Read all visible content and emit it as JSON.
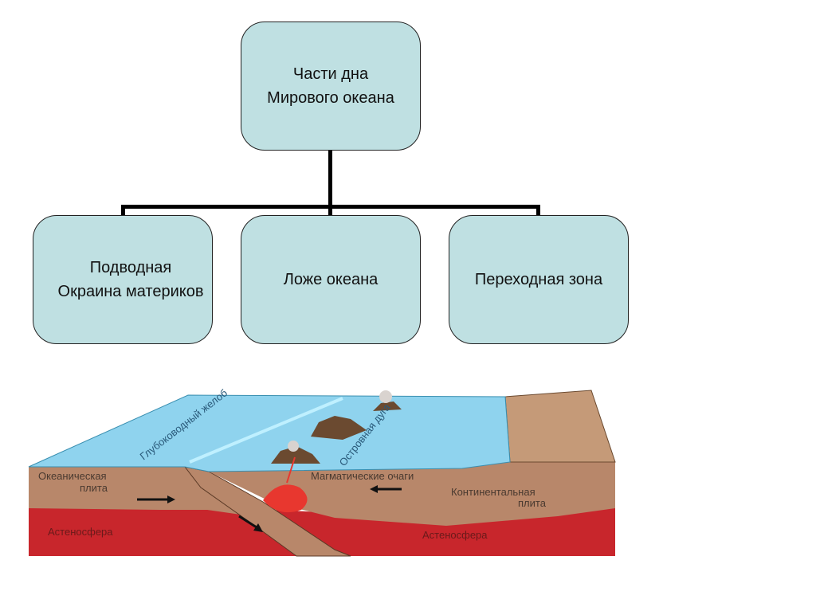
{
  "hierarchy": {
    "root": {
      "line1": "Части дна",
      "line2": "Мирового океана"
    },
    "children": [
      {
        "line1": "Подводная",
        "line2": "Окраина материков"
      },
      {
        "line1": "Ложе океана"
      },
      {
        "line1": "Переходная зона"
      }
    ]
  },
  "cross_section": {
    "trench": "Глубоководный желоб",
    "island_arc": "Островная дуга",
    "oceanic_plate": [
      "Океаническая",
      "плита"
    ],
    "magma_chambers": "Магматические очаги",
    "continental_plate": [
      "Континентальная",
      "плита"
    ],
    "asthenosphere_left": "Астеносфера",
    "asthenosphere_right": "Астеносфера"
  },
  "colors": {
    "box_fill": "#bfe0e2",
    "ocean": "#8fd3ee",
    "crust": "#b8876a",
    "asthenosphere": "#c8262c",
    "magma": "#e8372f"
  }
}
